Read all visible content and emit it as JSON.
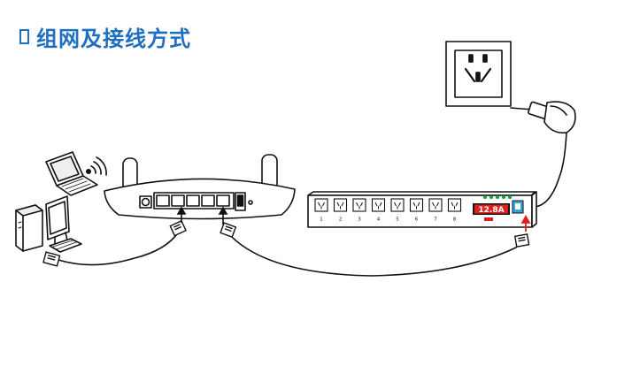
{
  "header": {
    "title": "组网及接线方式",
    "accent_color": "#1f6fc0"
  },
  "devices": {
    "laptop": {
      "icon": "laptop-icon"
    },
    "wifi": {
      "icon": "wifi-icon"
    },
    "desktop": {
      "icon": "desktop-computer-icon"
    },
    "router": {
      "icon": "router-icon"
    },
    "wall_socket": {
      "icon": "wall-socket-icon"
    },
    "power_plug": {
      "icon": "power-plug-icon"
    },
    "pdu": {
      "icon": "pdu-power-strip-icon",
      "outlet_labels": [
        "1",
        "2",
        "3",
        "4",
        "5",
        "6",
        "7",
        "8"
      ],
      "display_value": "12.8A",
      "display_color": "#e02020"
    }
  },
  "arrow_color": "#e02020"
}
